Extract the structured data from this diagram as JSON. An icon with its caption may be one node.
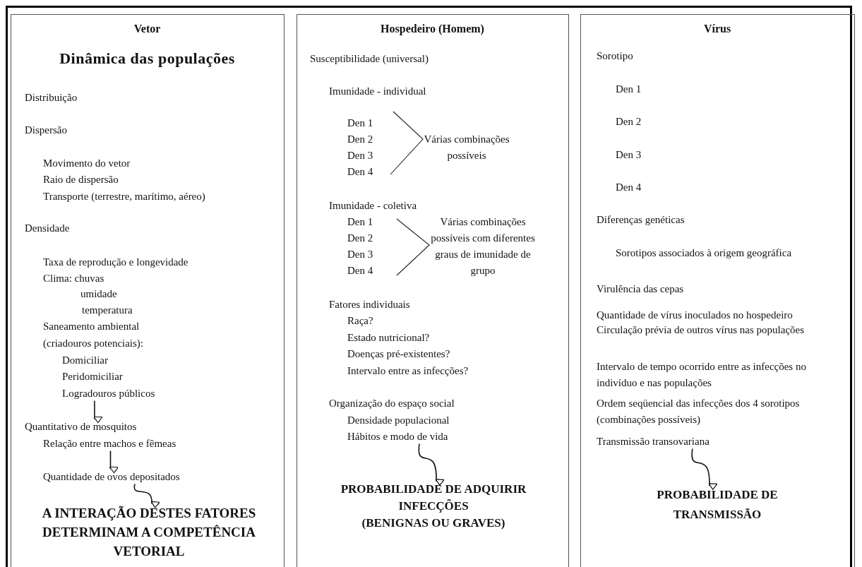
{
  "diagram": {
    "nodes": [
      {
        "text": [
          "Vetor",
          "Dinâmica das populações",
          "Distribuição",
          "Dispersão",
          "Movimento do vetor",
          "Raio de dispersão",
          "Transporte (terrestre, marítimo, aéreo)",
          "Densidade",
          "Taxa de reprodução e longevidade",
          "Clima: chuvas",
          "umidade",
          "temperatura",
          "Saneamento ambiental (criadouros potenciais):",
          "Domiciliar",
          "Peridomiciliar"
        ]
      },
      {
        "text": [
          "Logradouros públicos"
        ],
        "in": 0
      },
      {
        "text": [
          "Quantitativo de mosquitos"
        ],
        "in": 0
      },
      {
        "text": [
          "Relação entre machos e fêmeas"
        ],
        "in": 0
      },
      {
        "text": [
          "Quantidade de ovos depositados"
        ],
        "in": 0
      },
      {
        "text": [
          "A INTERAÇÃO DESTES FATORES DETERMINAM A COMPETÊNCIA VETORIAL"
        ],
        "in": 0
      },
      {
        "text": [
          "Hospedeiro (Homem)",
          "Susceptibilidade (universal)",
          "Imunidade - individual",
          "Den 1",
          "Den 2",
          "Den 3",
          "Den 4",
          "Várias combinações possíveis",
          "Imunidade - coletiva",
          "Den 1",
          "Den 2",
          "Den 3",
          "Den 4",
          "Várias combinações possíveis com diferentes graus de imunidade de grupo",
          "Fatores individuais",
          "Raça?",
          "Estado nutricional?",
          "Doenças pré-existentes?",
          "Intervalo entre as infecções?",
          "Organização do espaço social",
          "Densidade populacional"
        ]
      },
      {
        "text": [
          "Hábitos e modo de vida"
        ],
        "in": 6
      },
      {
        "text": [
          "PROBABILIDADE DE ADQUIRIR INFECÇÕES",
          "(BENIGNAS OU GRAVES)"
        ],
        "in": 6
      },
      {
        "text": [
          "Vírus",
          "Sorotipo",
          "Den 1",
          "Den 2",
          "Den 3",
          "Den 4",
          "Diferenças genéticas",
          "Sorotipos associados à origem geográfica",
          "Virulência das cepas",
          "Quantidade de vírus inoculados no hospedeiro",
          "Circulação prévia de outros vírus nas populações",
          "Intervalo de tempo ocorrido entre as infecções no indivíduo e nas populações",
          "Ordem seqüencial das infecções dos 4 sorotipos (combinações possíveis)"
        ]
      },
      {
        "text": [
          "Transmissão transovariana"
        ],
        "in": 9
      },
      {
        "text": [
          "PROBABILIDADE DE TRANSMISSÃO"
        ],
        "in": 9
      }
    ],
    "edges": [
      {
        "from": 1,
        "to": 2,
        "arrow": "to"
      },
      {
        "from": 3,
        "to": 4,
        "arrow": "to"
      },
      {
        "from": 4,
        "to": 5,
        "arrow": "to"
      },
      {
        "from": 7,
        "to": 8,
        "arrow": "to"
      },
      {
        "from": 10,
        "to": 11,
        "arrow": "to"
      }
    ]
  }
}
